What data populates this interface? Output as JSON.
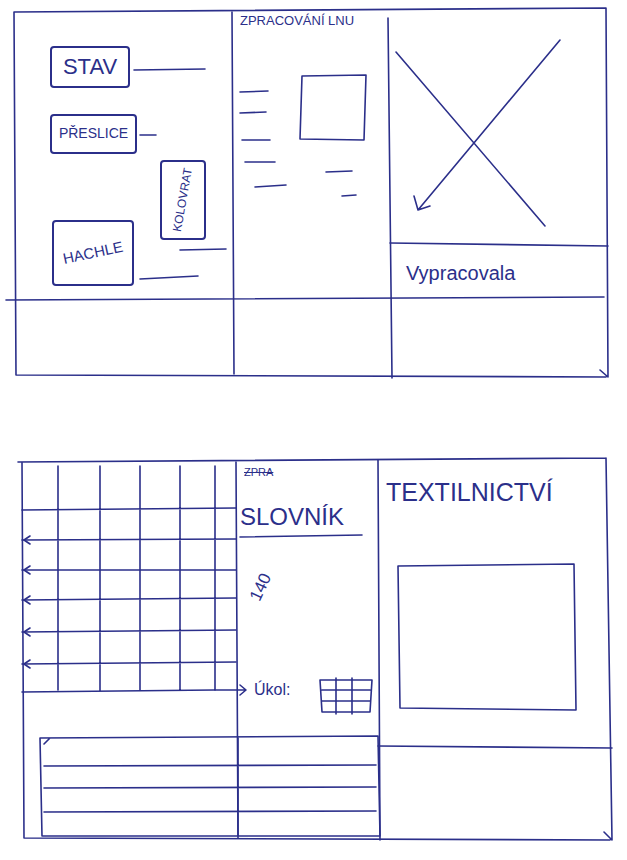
{
  "diagram": {
    "nodes": [
      {
        "text": [
          "STAV"
        ]
      },
      {
        "text": [
          "PŘESLICE"
        ]
      },
      {
        "text": [
          "KOLOVRAT"
        ]
      },
      {
        "text": [
          "HACHLE"
        ]
      }
    ],
    "labels": [
      "ZPRACOVÁNÍ LNU",
      "Vypracovala",
      "ZPRA",
      "SLOVNÍK",
      "140",
      "Úkol:",
      "TEXTILNICTVÍ"
    ]
  }
}
